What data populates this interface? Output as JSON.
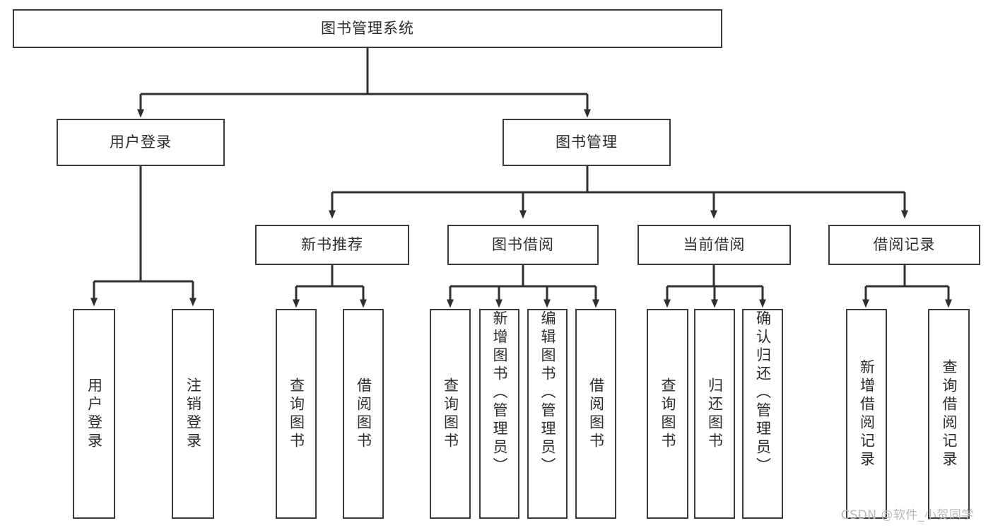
{
  "diagram": {
    "title": "图书管理系统",
    "type": "功能结构图",
    "root": {
      "label": "图书管理系统"
    },
    "level2": [
      {
        "label": "用户登录"
      },
      {
        "label": "图书管理"
      }
    ],
    "level3": [
      {
        "label": "新书推荐"
      },
      {
        "label": "图书借阅"
      },
      {
        "label": "当前借阅"
      },
      {
        "label": "借阅记录"
      }
    ],
    "leaves": {
      "user_login": [
        {
          "label": "用户登录"
        },
        {
          "label": "注销登录"
        }
      ],
      "new_book_recommend": [
        {
          "label": "查询图书"
        },
        {
          "label": "借阅图书"
        }
      ],
      "book_borrow": [
        {
          "label": "查询图书"
        },
        {
          "label": "新增图书（管理员）"
        },
        {
          "label": "编辑图书（管理员）"
        },
        {
          "label": "借阅图书"
        }
      ],
      "current_borrow": [
        {
          "label": "查询图书"
        },
        {
          "label": "归还图书"
        },
        {
          "label": "确认归还（管理员）"
        }
      ],
      "borrow_record": [
        {
          "label": "新增借阅记录"
        },
        {
          "label": "查询借阅记录"
        }
      ]
    }
  },
  "watermark": {
    "text": "CSDN @软件_小贺同学"
  },
  "colors": {
    "stroke": "#3a3a3a",
    "background": "#ffffff",
    "text": "#2b2b2b",
    "watermark": "#b9b9b9"
  }
}
